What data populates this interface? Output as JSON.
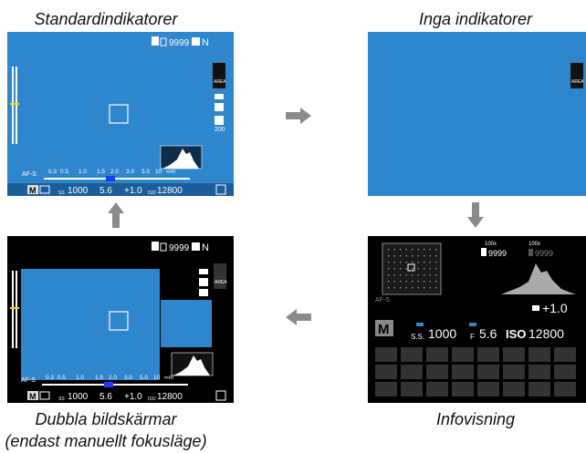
{
  "captions": {
    "standard": "Standardindikatorer",
    "none": "Inga indikatorer",
    "dual_line1": "Dubbla bildskärmar",
    "dual_line2": "(endast manuellt fokusläge)",
    "info": "Infovisning"
  },
  "screen_std": {
    "top_count": "9999",
    "top_size": "N",
    "focus_mode": "AF-S",
    "distance_scale": [
      "0.3",
      "0.5",
      "1.0",
      "1.5",
      "2.0",
      "3.0",
      "5.0",
      "10",
      "∞m"
    ],
    "mode_badge": "M",
    "shutter_prefix": "SS",
    "shutter": "1000",
    "aperture": "5.6",
    "exposure_comp": "+1.0",
    "iso_prefix": "ISO",
    "iso": "12800",
    "side_badge": "AREA",
    "dr": "200"
  },
  "screen_info": {
    "zoom_left": "100x",
    "zoom_right": "100x",
    "count_left": "9999",
    "count_right": "9999",
    "focus_mode": "AF-S",
    "exposure_comp": "+1.0",
    "mode_badge": "M",
    "shutter_prefix": "S.S.",
    "shutter": "1000",
    "aperture_prefix": "F",
    "aperture": "5.6",
    "iso_prefix": "ISO",
    "iso": "12800"
  },
  "colors": {
    "screen_blue": "#2e86cd",
    "arrow_gray": "#8a8a8a",
    "overlay_white": "#ffffff",
    "screen_black": "#000000"
  }
}
